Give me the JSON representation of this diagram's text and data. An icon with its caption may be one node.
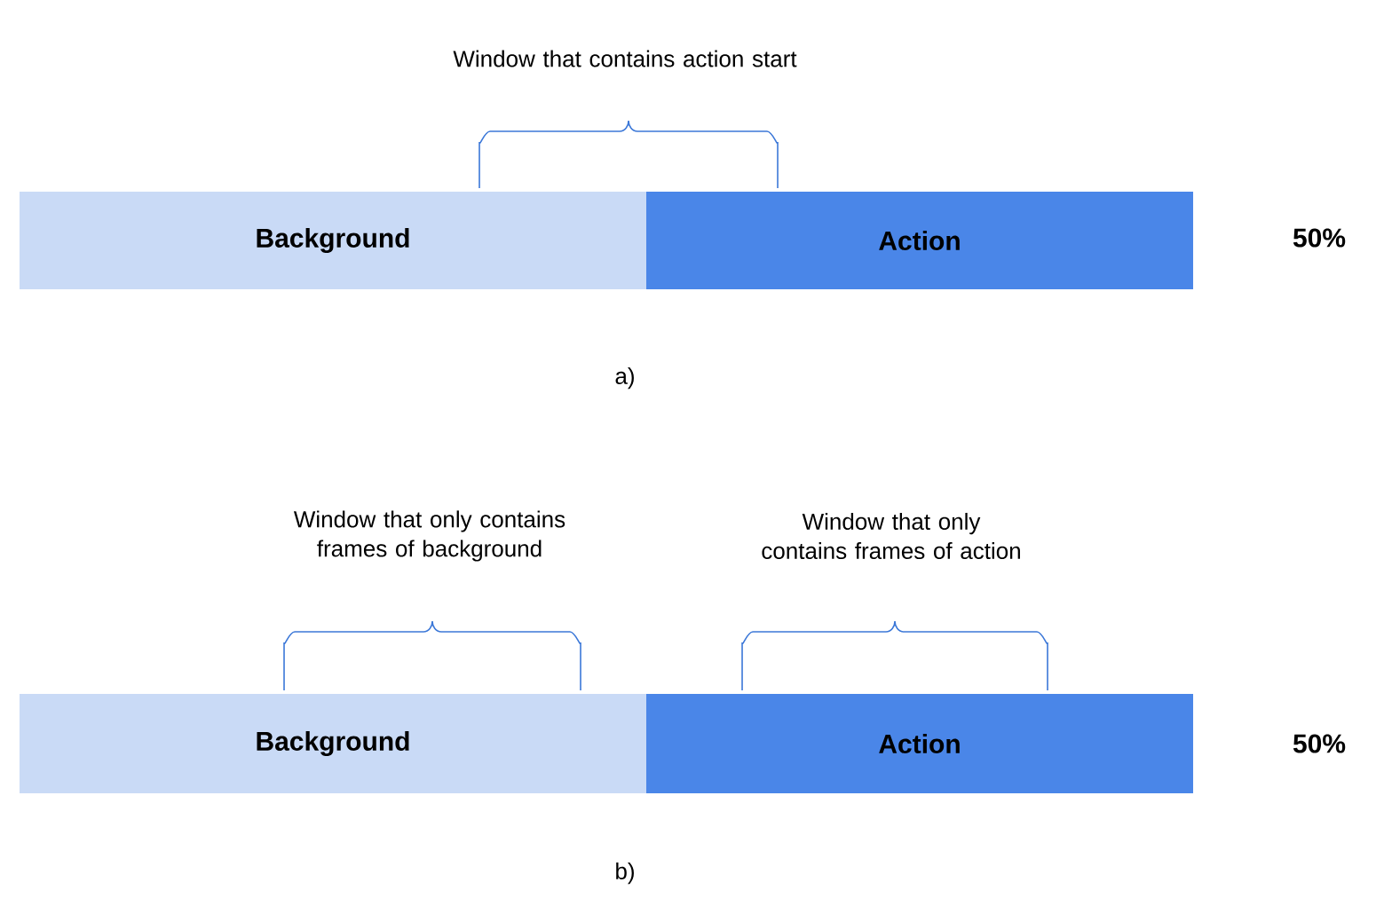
{
  "diagram": {
    "nodes": [
      {
        "text": [
          "Background"
        ]
      },
      {
        "text": [
          "Action"
        ]
      },
      {
        "text": [
          "Background"
        ]
      },
      {
        "text": [
          "Action"
        ]
      }
    ],
    "labels": [
      "Window that contains action start",
      "50%",
      "a)",
      "Window that only contains frames of background",
      "Window that only contains frames of action",
      "50%",
      "b)"
    ]
  }
}
